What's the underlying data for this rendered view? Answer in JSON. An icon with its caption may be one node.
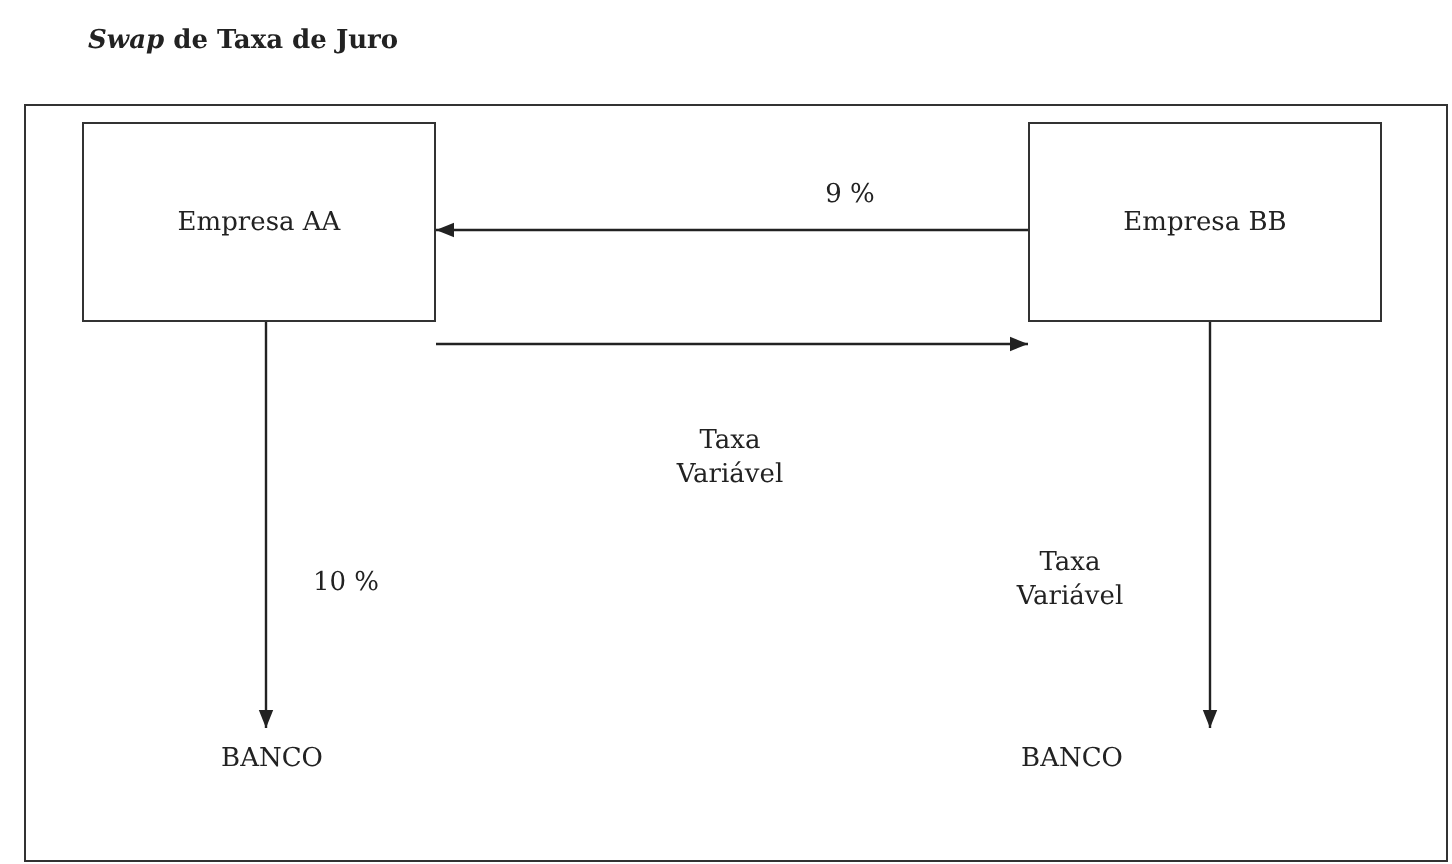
{
  "diagram": {
    "title": "*Swap* de Taxa de Juro",
    "nodes": [
      {
        "text": [],
        "shape": "box"
      },
      {
        "text": [
          "Empresa AA"
        ],
        "in": 0
      },
      {
        "text": [
          "Empresa BB"
        ],
        "in": 0
      },
      {
        "text": [
          "BANCO"
        ],
        "in": 0
      },
      {
        "text": [
          "BANCO"
        ],
        "in": 0
      }
    ],
    "edges": [
      {
        "from": 2,
        "to": 1,
        "arrow": "to",
        "label": "9 %"
      },
      {
        "from": 1,
        "to": 2,
        "arrow": "to",
        "label": "Taxa Variável"
      },
      {
        "from": 1,
        "to": 3,
        "arrow": "to",
        "label": "10 %"
      },
      {
        "from": 2,
        "to": 4,
        "arrow": "to",
        "label": "Taxa Variável"
      }
    ]
  }
}
